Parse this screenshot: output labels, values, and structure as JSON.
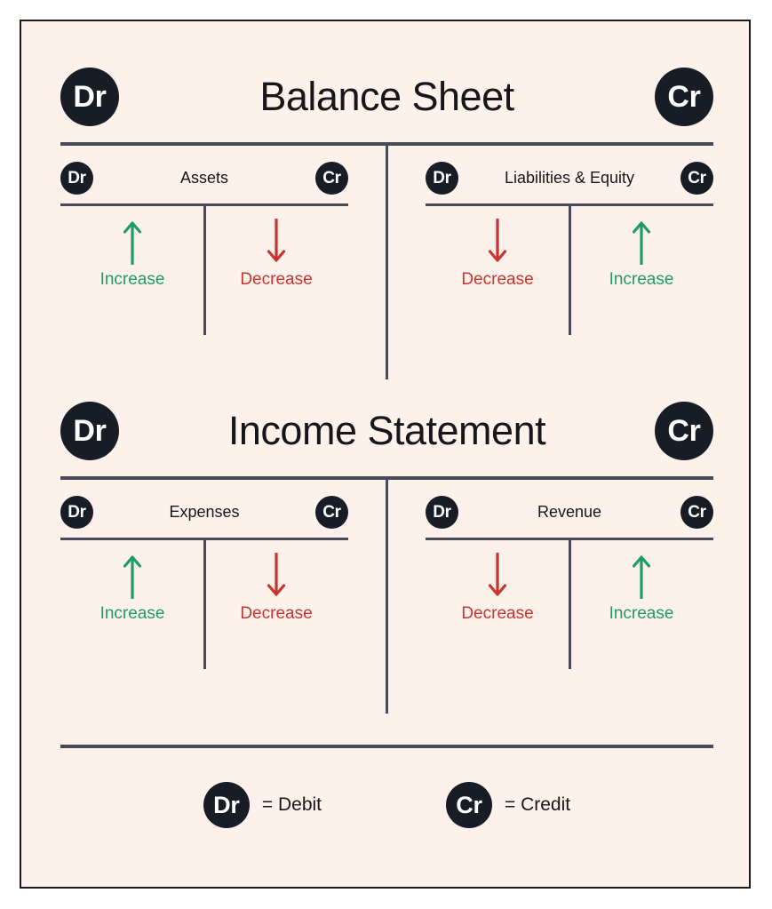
{
  "figure": {
    "background_color": "#FDF1EB",
    "border_color": "#1B1B1B",
    "rule_color": "#4B4B58",
    "badge_color": "#181C24",
    "increase_color": "#1F9C68",
    "decrease_color": "#C8352F",
    "text_color": "#17171B"
  },
  "badges": {
    "debit": "Dr",
    "credit": "Cr"
  },
  "statements": [
    {
      "title": "Balance Sheet",
      "debit_badge": "Dr",
      "credit_badge": "Cr",
      "accounts": [
        {
          "title": "Assets",
          "debit_badge": "Dr",
          "credit_badge": "Cr",
          "debit_effect": {
            "label": "Increase",
            "direction": "up",
            "color": "#1F9C68"
          },
          "credit_effect": {
            "label": "Decrease",
            "direction": "down",
            "color": "#C8352F"
          }
        },
        {
          "title": "Liabilities & Equity",
          "debit_badge": "Dr",
          "credit_badge": "Cr",
          "debit_effect": {
            "label": "Decrease",
            "direction": "down",
            "color": "#C8352F"
          },
          "credit_effect": {
            "label": "Increase",
            "direction": "up",
            "color": "#1F9C68"
          }
        }
      ]
    },
    {
      "title": "Income Statement",
      "debit_badge": "Dr",
      "credit_badge": "Cr",
      "accounts": [
        {
          "title": "Expenses",
          "debit_badge": "Dr",
          "credit_badge": "Cr",
          "debit_effect": {
            "label": "Increase",
            "direction": "up",
            "color": "#1F9C68"
          },
          "credit_effect": {
            "label": "Decrease",
            "direction": "down",
            "color": "#C8352F"
          }
        },
        {
          "title": "Revenue",
          "debit_badge": "Dr",
          "credit_badge": "Cr",
          "debit_effect": {
            "label": "Decrease",
            "direction": "down",
            "color": "#C8352F"
          },
          "credit_effect": {
            "label": "Increase",
            "direction": "up",
            "color": "#1F9C68"
          }
        }
      ]
    }
  ],
  "legend": [
    {
      "badge": "Dr",
      "text": "= Debit"
    },
    {
      "badge": "Cr",
      "text": "= Credit"
    }
  ]
}
